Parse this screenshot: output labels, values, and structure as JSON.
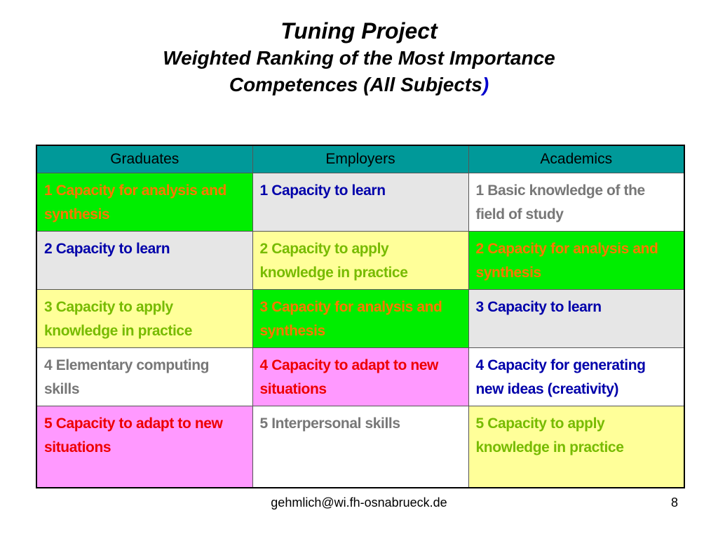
{
  "title": {
    "line1": "Tuning Project",
    "line2": "Weighted Ranking of the Most Importance",
    "line3": "Competences (All Subjects",
    "line3_paren": ")"
  },
  "table": {
    "headers": [
      "Graduates",
      "Employers",
      "Academics"
    ],
    "rows": [
      [
        {
          "text": "1 Capacity for analysis and synthesis",
          "category": "analysis"
        },
        {
          "text": "1 Capacity to learn",
          "category": "learn"
        },
        {
          "text": "1 Basic knowledge of the field of study",
          "category": "basic"
        }
      ],
      [
        {
          "text": "2 Capacity to learn",
          "category": "learn"
        },
        {
          "text": "2 Capacity to apply knowledge in practice",
          "category": "apply"
        },
        {
          "text": "2 Capacity for analysis and synthesis",
          "category": "analysis"
        }
      ],
      [
        {
          "text": "3 Capacity to apply knowledge in practice",
          "category": "apply"
        },
        {
          "text": "3 Capacity for analysis and synthesis",
          "category": "analysis"
        },
        {
          "text": "3 Capacity to learn",
          "category": "learn"
        }
      ],
      [
        {
          "text": "4 Elementary computing skills",
          "category": "basic"
        },
        {
          "text": "4 Capacity to adapt to new situations",
          "category": "adapt"
        },
        {
          "text": "4 Capacity for generating new ideas (creativity)",
          "category": "creative"
        }
      ],
      [
        {
          "text": "5 Capacity to adapt to new situations",
          "category": "adapt"
        },
        {
          "text": "5 Interpersonal skills",
          "category": "basic"
        },
        {
          "text": "5 Capacity to apply knowledge in practice",
          "category": "apply"
        }
      ]
    ]
  },
  "colors": {
    "header_bg": "#009999",
    "analysis_bg": "#00ee00",
    "analysis_text": "#ff7700",
    "learn_bg": "#e6e6e6",
    "learn_text": "#0000aa",
    "apply_bg": "#ffff99",
    "apply_text": "#77bb00",
    "adapt_bg": "#ff99ff",
    "adapt_text": "#ee0000",
    "plain_bg": "#ffffff",
    "grey_text": "#777777",
    "title_paren": "#0000cc"
  },
  "footer": {
    "email": "gehmlich@wi.fh-osnabrueck.de",
    "page_number": "8"
  }
}
